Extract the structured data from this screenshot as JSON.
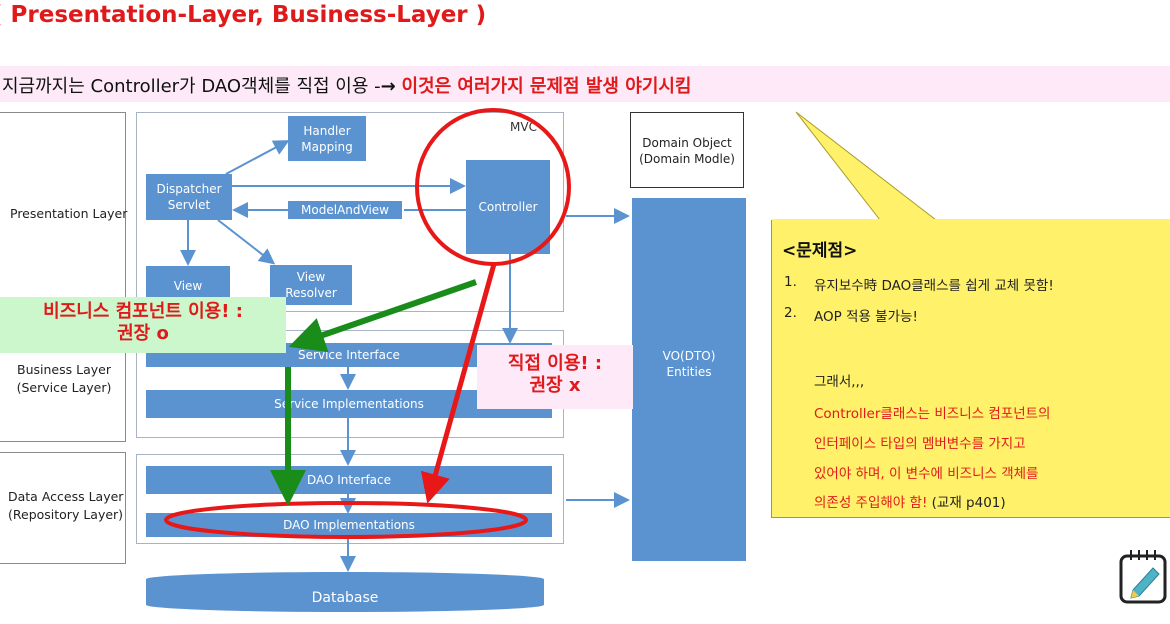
{
  "title": "( Presentation-Layer, Business-Layer )",
  "intro": {
    "plain": "지금까지는 Controller가 DAO객체를 직접 이용 -",
    "arrow": "→",
    "emph": "이것은 여러가지 문제점 발생 야기시킴"
  },
  "layers": {
    "presentation": "Presentation Layer",
    "business_1": "Business Layer",
    "business_2": "(Service Layer)",
    "data_1": "Data Access Layer",
    "data_2": "(Repository Layer)"
  },
  "mvc": {
    "label": "MVC",
    "handler_mapping_1": "Handler",
    "handler_mapping_2": "Mapping",
    "dispatcher_1": "Dispatcher",
    "dispatcher_2": "Servlet",
    "model_and_view": "ModelAndView",
    "controller": "Controller",
    "view": "View",
    "view_resolver_1": "View",
    "view_resolver_2": "Resolver"
  },
  "service": {
    "interface": "Service Interface",
    "implementations": "Service Implementations"
  },
  "dao": {
    "interface": "DAO Interface",
    "implementations": "DAO Implementations"
  },
  "database": "Database",
  "domain_object": {
    "line1": "Domain Object",
    "line2": "(Domain Modle)"
  },
  "vo": {
    "line1": "VO(DTO)",
    "line2": "Entities"
  },
  "tags": {
    "green_1": "비즈니스 컴포넌트 이용! :",
    "green_2": "권장 o",
    "pink_1": "직접 이용! :",
    "pink_2": "권장 x"
  },
  "callout": {
    "heading": "<문제점>",
    "item1_num": "1.",
    "item1": "유지보수時 DAO클래스를 쉽게 교체 못함!",
    "item2_num": "2.",
    "item2": "AOP 적용 불가능!",
    "so": "그래서,,,",
    "red1": "Controller클래스는 비즈니스 컴포넌트의",
    "red2": "인터페이스 타입의 멤버변수를 가지고",
    "red3": "있어야 하며, 이 변수에 비즈니스 객체를",
    "red4": "의존성 주입해야 함!",
    "ref": "(교재 p401)"
  },
  "icons": {
    "notepad": "notepad-pencil-icon"
  },
  "colors": {
    "title": "#e01a1a",
    "box_blue": "#5b93d1",
    "green_arrow": "#1a8c1a",
    "red_arrow": "#e81818",
    "callout": "#fff26a"
  }
}
